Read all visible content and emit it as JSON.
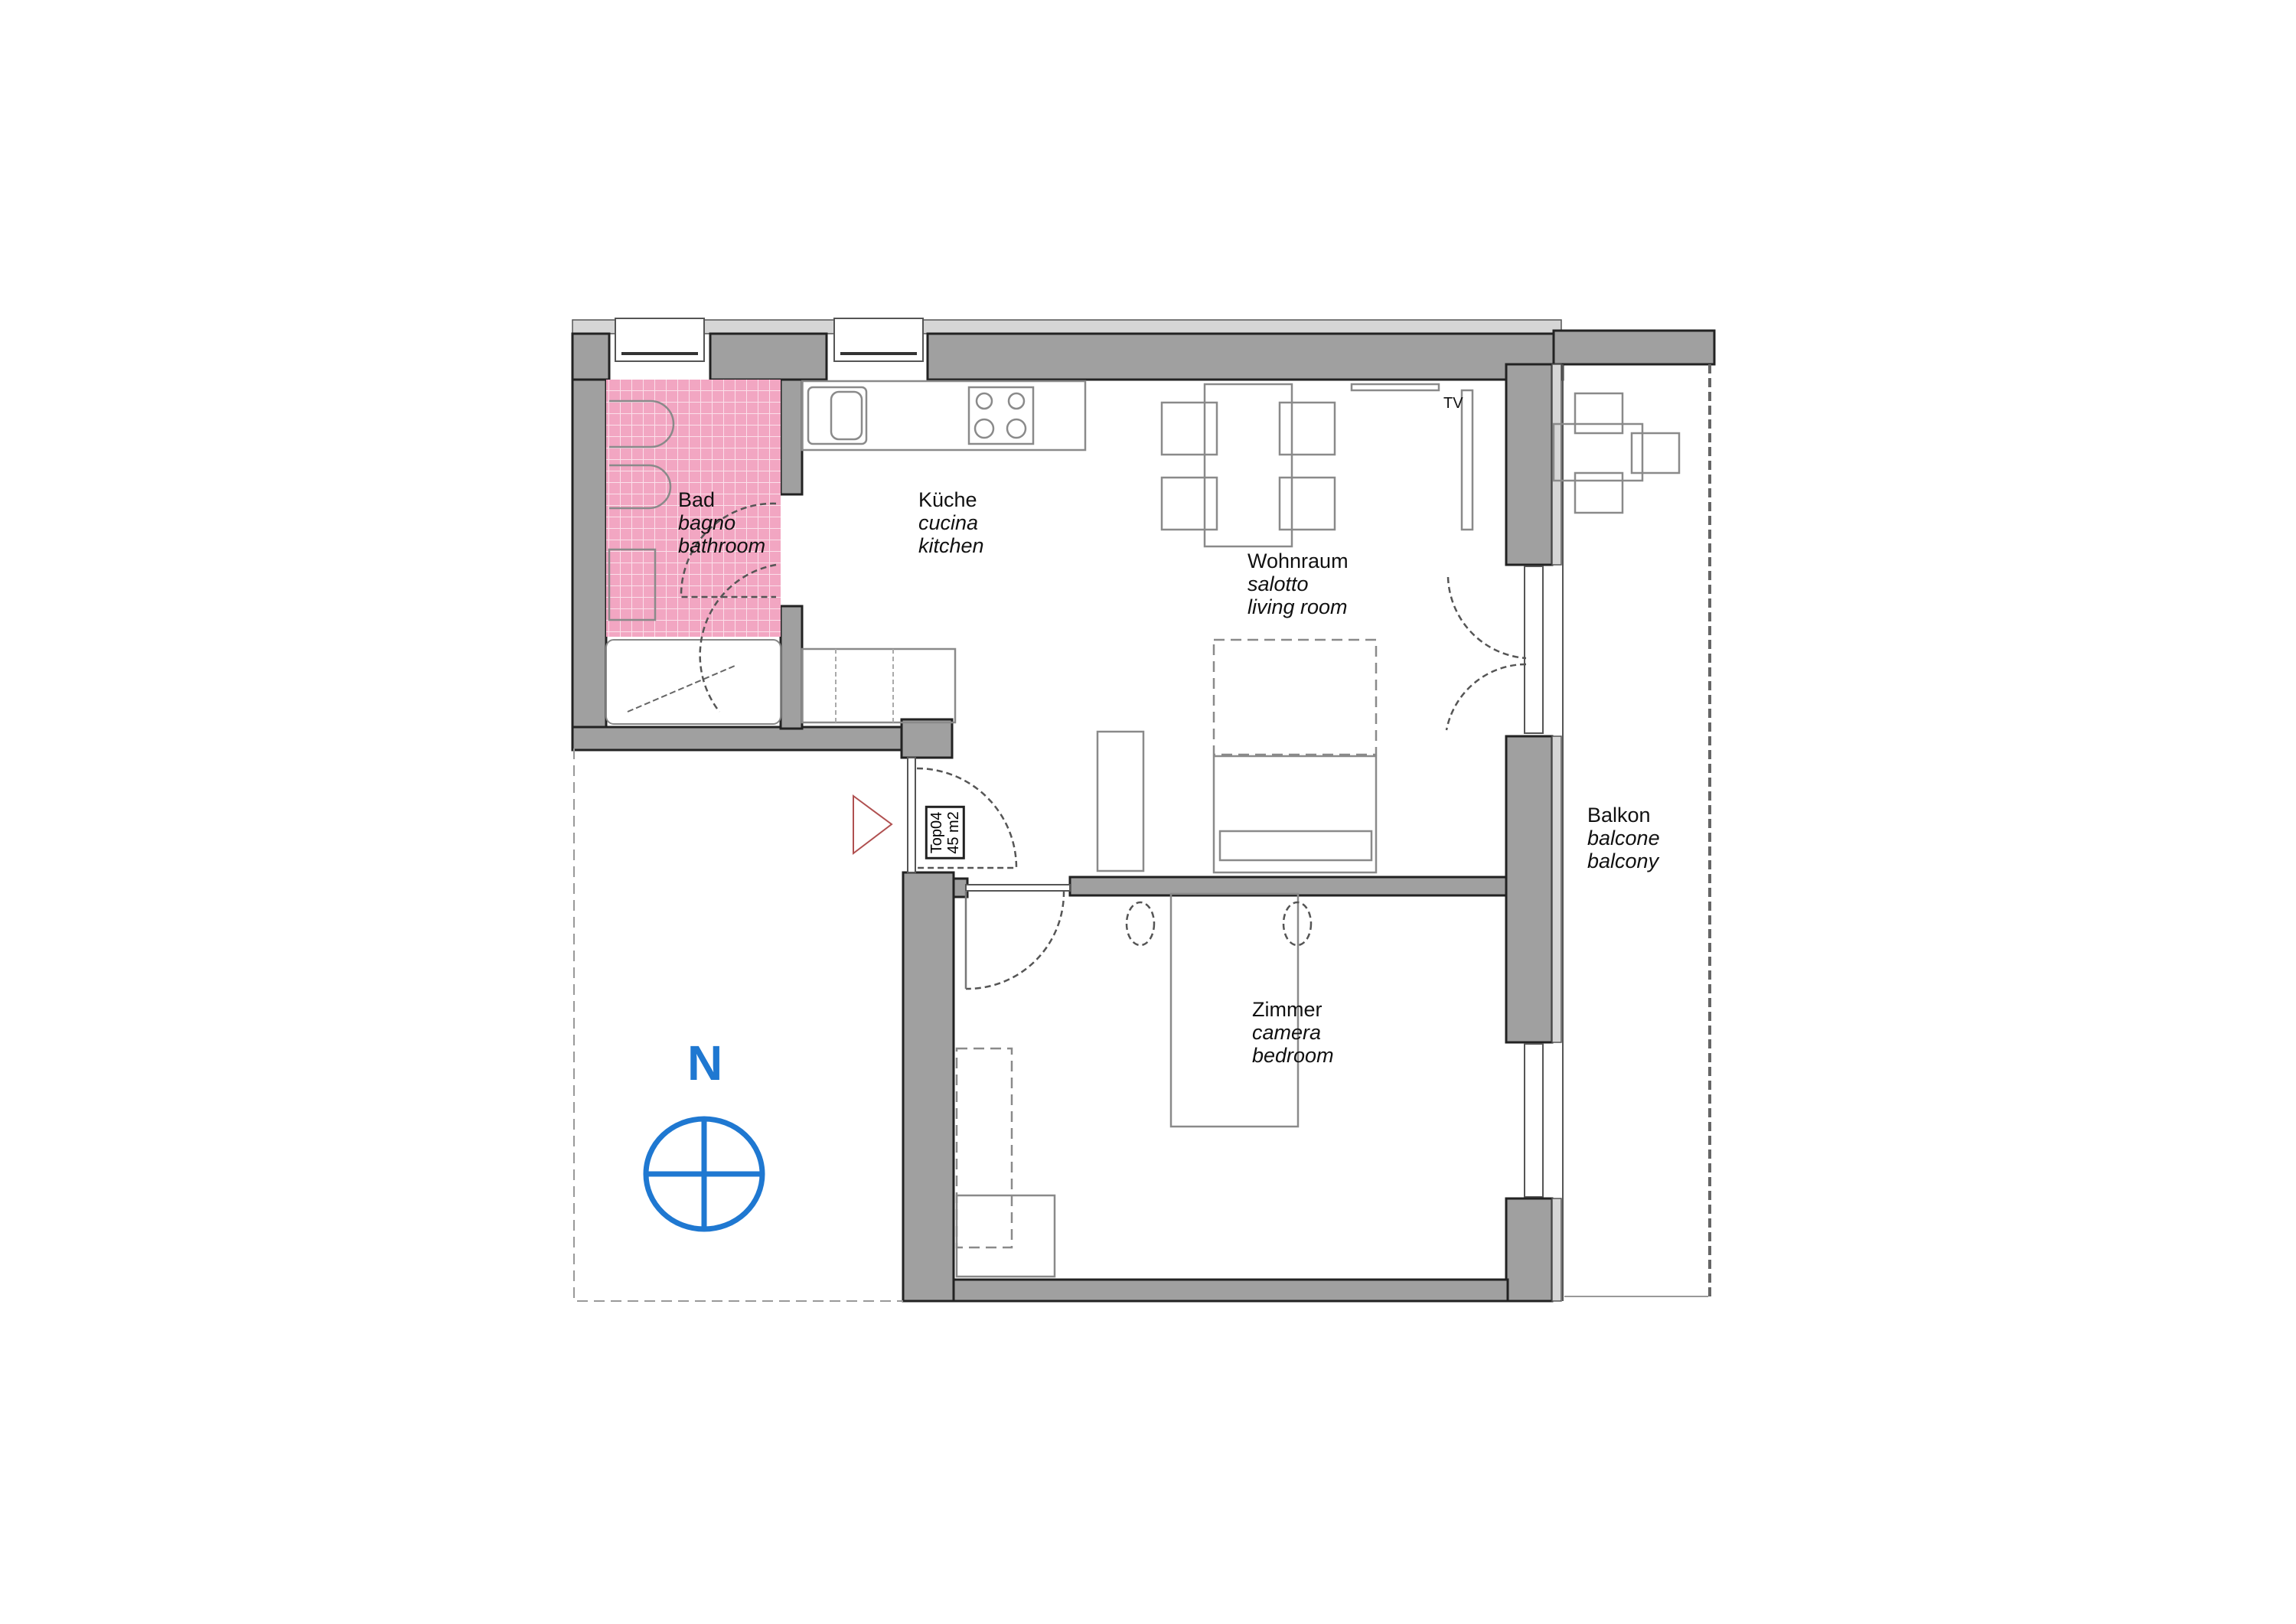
{
  "plan": {
    "unit_label": "Top04",
    "unit_area": "45 m2",
    "colors": {
      "wall": "#a0a0a0",
      "bathroom_tile": "#f2a6c2",
      "north_arrow": "#1f78d1",
      "entrance_marker": "#b05050"
    },
    "rooms": [
      {
        "id": "bad",
        "de": "Bad",
        "it": "bagno",
        "en": "bathroom"
      },
      {
        "id": "kueche",
        "de": "Küche",
        "it": "cucina",
        "en": "kitchen"
      },
      {
        "id": "wohnraum",
        "de": "Wohnraum",
        "it": "salotto",
        "en": "living room"
      },
      {
        "id": "zimmer",
        "de": "Zimmer",
        "it": "camera",
        "en": "bedroom"
      },
      {
        "id": "balkon",
        "de": "Balkon",
        "it": "balcone",
        "en": "balcony"
      }
    ],
    "tv_label": "TV",
    "north_label": "N"
  }
}
